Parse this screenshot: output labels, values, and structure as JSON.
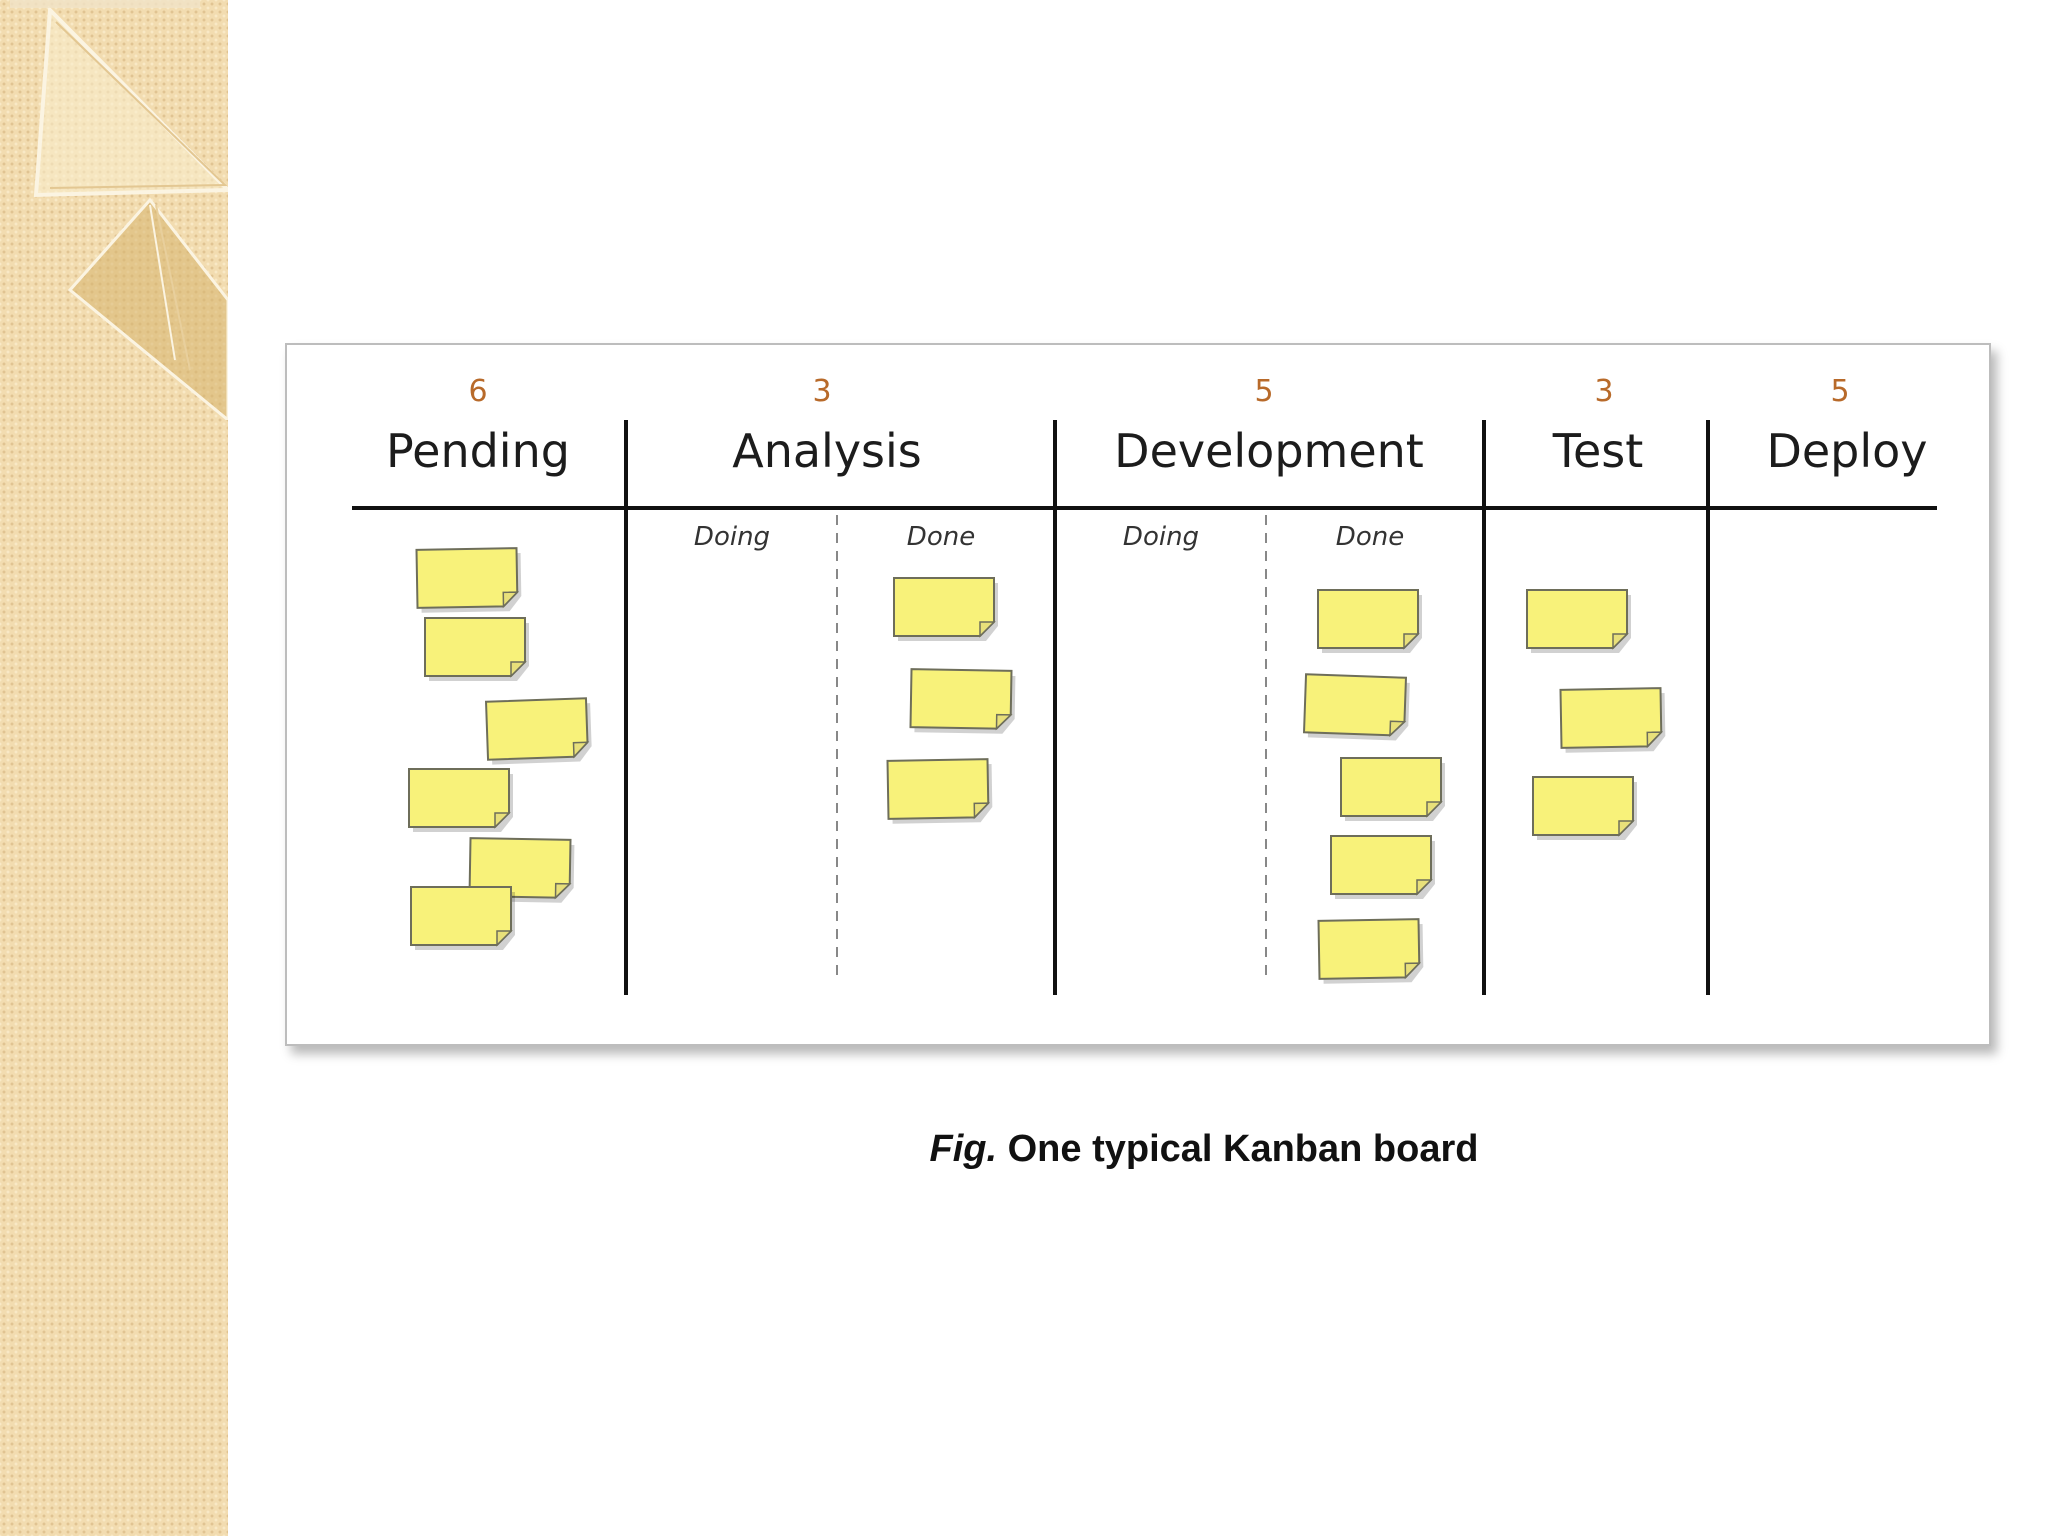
{
  "board": {
    "columns": [
      {
        "key": "pending",
        "count": "6",
        "title": "Pending",
        "cards": 6
      },
      {
        "key": "analysis",
        "count": "3",
        "title": "Analysis",
        "sub": [
          "Doing",
          "Done"
        ],
        "cards": 3
      },
      {
        "key": "development",
        "count": "5",
        "title": "Development",
        "sub": [
          "Doing",
          "Done"
        ],
        "cards": 5
      },
      {
        "key": "test",
        "count": "3",
        "title": "Test",
        "cards": 3
      },
      {
        "key": "deploy",
        "count": "5",
        "title": "Deploy",
        "cards": 0
      }
    ],
    "sticky_color": "#f8f27a",
    "sticky_border": "#6e6e5a"
  },
  "caption": {
    "fig": "Fig.",
    "text": "One typical Kanban board"
  },
  "theme": {
    "side_panel": "#f2dcb0",
    "count_color": "#b86a2a"
  }
}
